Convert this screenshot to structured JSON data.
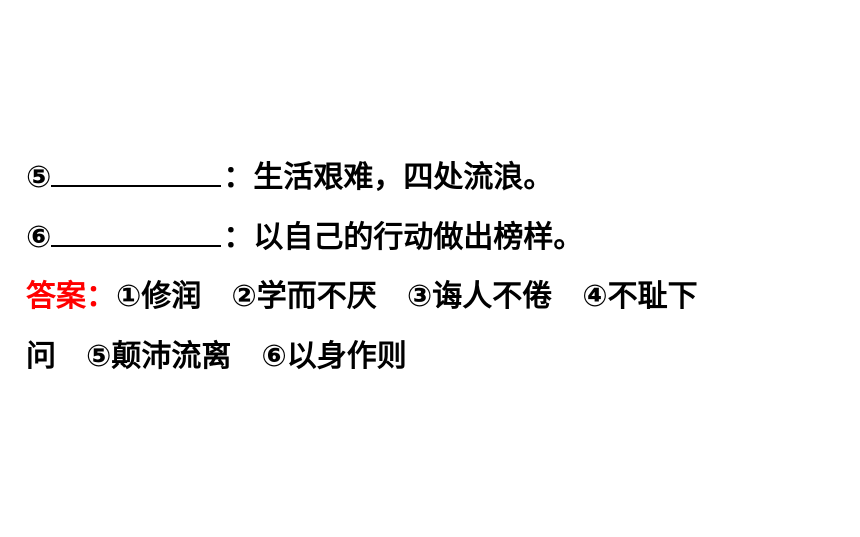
{
  "questions": [
    {
      "num": "⑤",
      "text": "：生活艰难，四处流浪。"
    },
    {
      "num": "⑥",
      "text": "：以自己的行动做出榜样。"
    }
  ],
  "answer": {
    "label": "答案：",
    "items": [
      "①修润",
      "②学而不厌",
      "③诲人不倦",
      "④不耻下"
    ],
    "line2_start": "问",
    "line2_items": [
      "⑤颠沛流离",
      "⑥以身作则"
    ]
  },
  "colors": {
    "answer_label": "#ff0000",
    "text": "#000000"
  }
}
